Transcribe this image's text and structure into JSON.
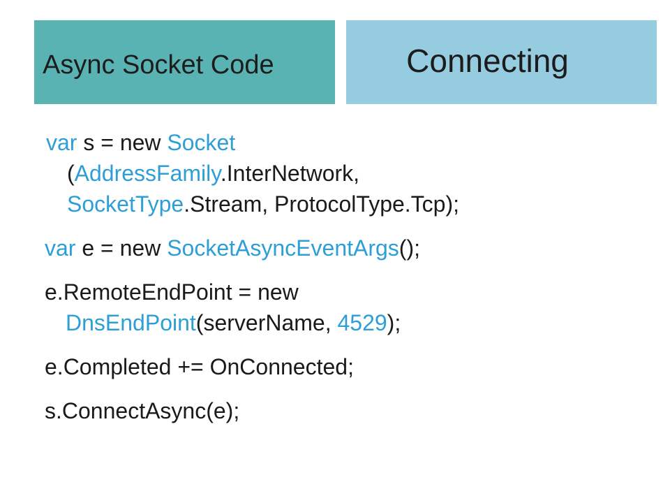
{
  "header": {
    "section_title": "Async Socket Code",
    "topic_title": "Connecting"
  },
  "colors": {
    "section_box": "#5ab3b3",
    "topic_box": "#95cce0",
    "keyword": "#2e9fd6",
    "text": "#1a1a1a"
  },
  "code": {
    "line1": {
      "t1": "var",
      "t2": " s = new ",
      "t3": "Socket",
      "t4": "(",
      "t5": "AddressFamily",
      "t6": ".InterNetwork,",
      "t7": "SocketType",
      "t8": ".Stream, ProtocolType.Tcp);"
    },
    "line2": {
      "t1": "var",
      "t2": " e = new ",
      "t3": "SocketAsyncEventArgs",
      "t4": "();"
    },
    "line3": {
      "t1": "e.RemoteEndPoint = new",
      "t2": "DnsEndPoint",
      "t3": "(serverName, ",
      "t4": "4529",
      "t5": ");"
    },
    "line4": {
      "t1": "e.Completed += OnConnected;"
    },
    "line5": {
      "t1": "s.ConnectAsync(e);"
    }
  }
}
